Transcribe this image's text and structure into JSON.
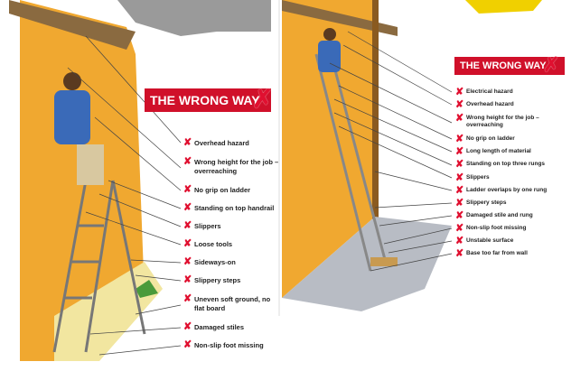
{
  "left_panel": {
    "banner": "THE WRONG WAY",
    "items": [
      "Overhead hazard",
      "Wrong height for the job – overreaching",
      "No grip on ladder",
      "Standing on top handrail",
      "Slippers",
      "Loose tools",
      "Sideways-on",
      "Slippery steps",
      "Uneven soft ground, no flat board",
      "Damaged stiles",
      "Non-slip foot missing"
    ]
  },
  "right_panel": {
    "banner": "THE WRONG WAY",
    "items": [
      "Electrical hazard",
      "Overhead hazard",
      "Wrong height for the job – overreaching",
      "No grip on ladder",
      "Long length of material",
      "Standing on top three rungs",
      "Slippers",
      "Ladder overlaps by one rung",
      "Slippery steps",
      "Damaged stile and rung",
      "Non-slip foot missing",
      "Unstable surface",
      "Base too far from wall"
    ]
  },
  "colors": {
    "banner": "#d0102a",
    "wall": "#f0a830",
    "cross": "#e01030"
  }
}
